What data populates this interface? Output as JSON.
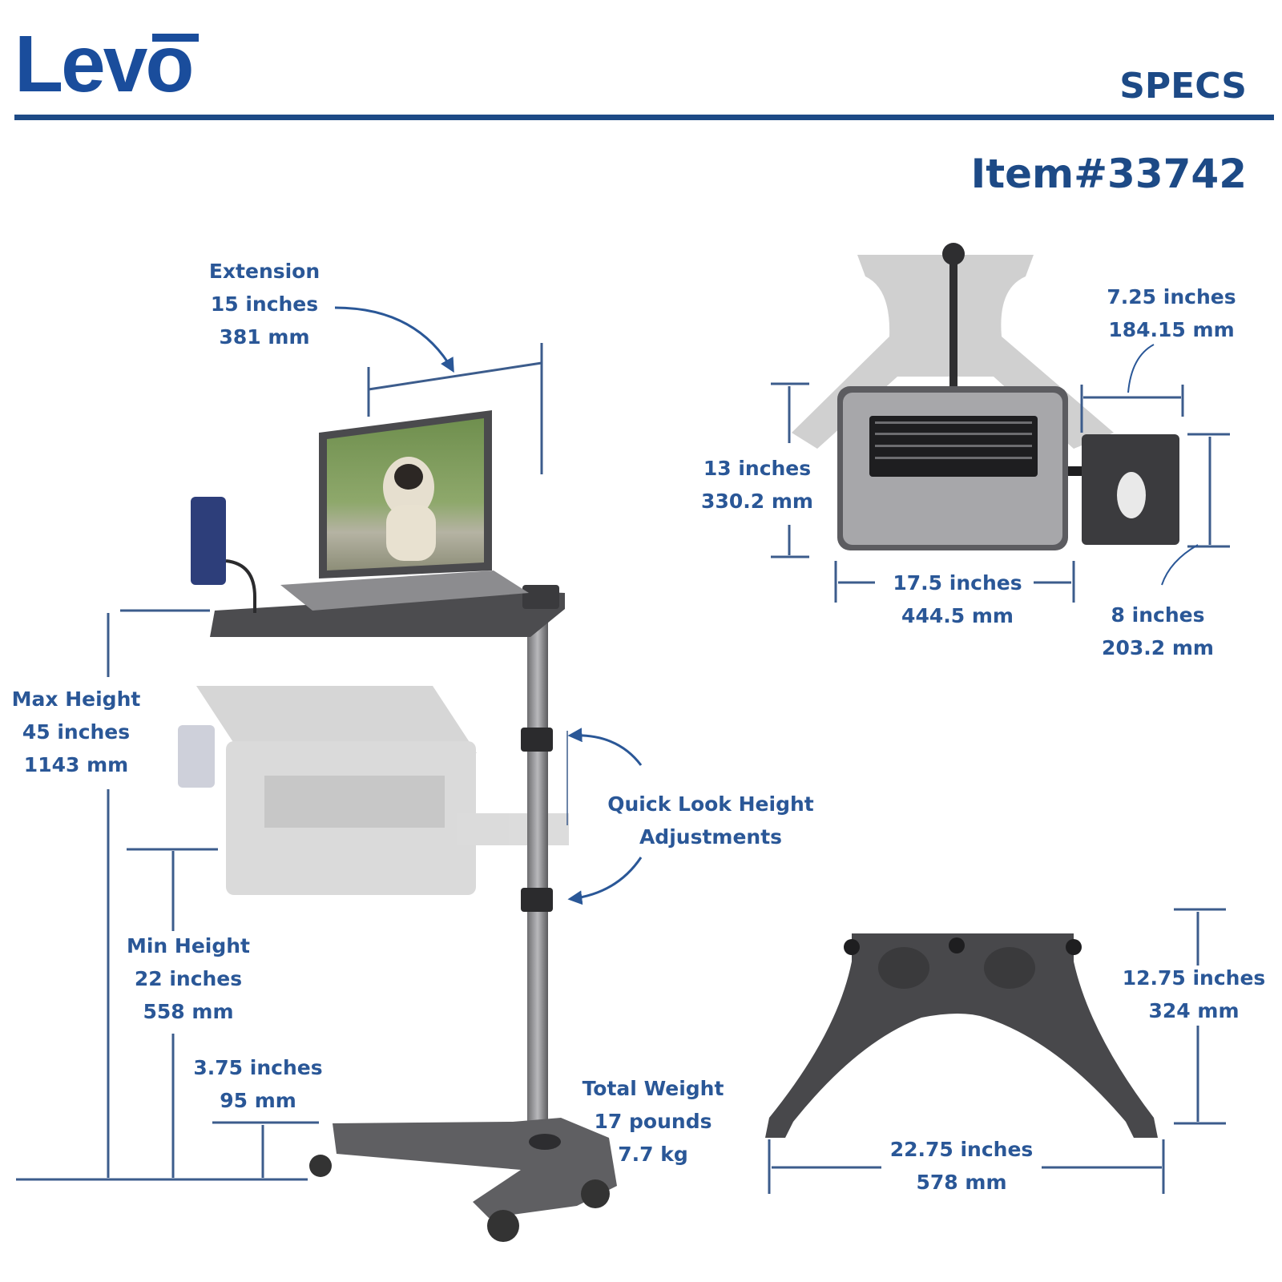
{
  "header": {
    "brand": "Levo",
    "section_title": "SPECS",
    "item_number": "Item#33742"
  },
  "colors": {
    "brand_blue": "#1a4d9c",
    "text_blue": "#2a5797",
    "rule_blue": "#1d4a86",
    "product_gray": "#5f5f62",
    "ghost_gray": "#cfcfcf"
  },
  "specs": {
    "extension": {
      "title": "Extension",
      "imperial": "15 inches",
      "metric": "381 mm"
    },
    "max_height": {
      "title": "Max Height",
      "imperial": "45 inches",
      "metric": "1143 mm"
    },
    "min_height": {
      "title": "Min Height",
      "imperial": "22 inches",
      "metric": "558 mm"
    },
    "base_clearance": {
      "imperial": "3.75 inches",
      "metric": "95 mm"
    },
    "quick_lock": {
      "line1": "Quick Look Height",
      "line2": "Adjustments"
    },
    "total_weight": {
      "title": "Total Weight",
      "imperial": "17 pounds",
      "metric": "7.7 kg"
    },
    "tray_depth": {
      "imperial": "13 inches",
      "metric": "330.2 mm"
    },
    "tray_width": {
      "imperial": "17.5 inches",
      "metric": "444.5 mm"
    },
    "mouse_tray_width": {
      "imperial": "7.25 inches",
      "metric": "184.15 mm"
    },
    "mouse_tray_depth": {
      "imperial": "8 inches",
      "metric": "203.2 mm"
    },
    "base_depth": {
      "imperial": "12.75 inches",
      "metric": "324 mm"
    },
    "base_width": {
      "imperial": "22.75 inches",
      "metric": "578 mm"
    }
  }
}
